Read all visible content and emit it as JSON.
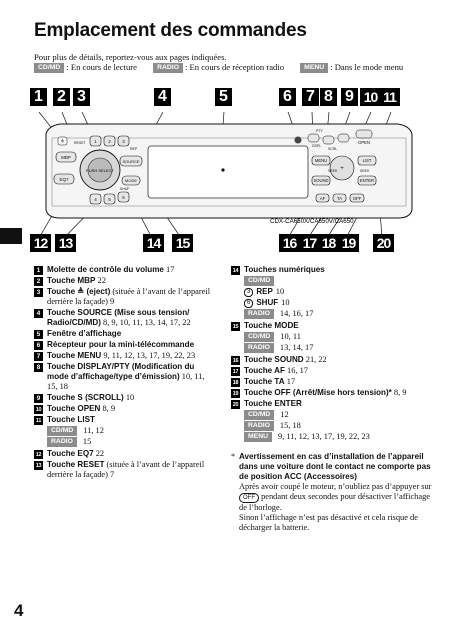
{
  "title": "Emplacement des commandes",
  "intro": "Pour plus de détails, reportez-vous aux pages indiquées.",
  "legend": [
    {
      "badge": "CD/MD",
      "text": ": En cours de lecture"
    },
    {
      "badge": "RADIO",
      "text": ": En cours de réception radio"
    },
    {
      "badge": "MENU",
      "text": ": Dans le mode menu"
    }
  ],
  "diagram": {
    "model_label": "CDX-CA650X/CA650V/CA650",
    "callouts_top": [
      "1",
      "2",
      "3",
      "4",
      "5",
      "6",
      "7",
      "8",
      "9",
      "10",
      "11"
    ],
    "callouts_bottom": [
      "12",
      "13",
      "14",
      "15",
      "16",
      "17",
      "18",
      "19",
      "20"
    ],
    "panel_labels": {
      "mbp": "MBP",
      "eq7": "EQ7",
      "source": "SOURCE",
      "mode": "MODE",
      "sound": "SOUND",
      "af": "AF",
      "ta": "TA",
      "off": "OFF",
      "open": "OPEN",
      "list": "LIST",
      "enter": "ENTER",
      "menu": "MENU",
      "sel": "SEEK",
      "pty": "PTY",
      "display": "DSPL",
      "scrl": "SCRL",
      "seek": "SEEK",
      "rep": "REP",
      "shuf": "SHUF",
      "reset": "RESET",
      "push": "PUSH SELECT",
      "keys": [
        "1",
        "2",
        "3",
        "4",
        "5",
        "6"
      ]
    }
  },
  "left_items": [
    {
      "n": "1",
      "bold": "Molette de contrôle du volume",
      "plain": " 17"
    },
    {
      "n": "2",
      "bold": "Touche MBP",
      "plain": " 22"
    },
    {
      "n": "3",
      "bold": "Touche ≜ (eject)",
      "plain": " (située à l’avant de l’appareil derrière la façade) 9"
    },
    {
      "n": "4",
      "bold": "Touche SOURCE (Mise sous tension/ Radio/CD/MD)",
      "plain": " 8, 9, 10, 11, 13, 14, 17, 22"
    },
    {
      "n": "5",
      "bold": "Fenêtre d’affichage",
      "plain": ""
    },
    {
      "n": "6",
      "bold": "Récepteur pour la mini-télécommande",
      "plain": ""
    },
    {
      "n": "7",
      "bold": "Touche MENU",
      "plain": " 9, 11, 12, 13, 17, 19, 22, 23"
    },
    {
      "n": "8",
      "bold": "Touche DISPLAY/PTY (Modification du mode d’affichage/type d’émission)",
      "plain": " 10, 11, 15, 18"
    },
    {
      "n": "9",
      "bold": "Touche S (SCROLL)",
      "plain": " 10"
    },
    {
      "n": "10",
      "bold": "Touche OPEN",
      "plain": " 8, 9"
    },
    {
      "n": "11",
      "bold": "Touche LIST",
      "plain": "",
      "subs": [
        {
          "badge": "CD/MD",
          "text": "11, 12"
        },
        {
          "badge": "RADIO",
          "text": "15"
        }
      ]
    },
    {
      "n": "12",
      "bold": "Touche EQ7",
      "plain": " 22"
    },
    {
      "n": "13",
      "bold": "Touche RESET",
      "plain": " (située à l’avant de l’appareil derrière la façade) 7"
    }
  ],
  "right_items": [
    {
      "n": "14",
      "bold": "Touches numériques",
      "subs": [
        {
          "badge": "CD/MD",
          "text": ""
        },
        {
          "circle": "3",
          "label": "REP",
          "text": "10"
        },
        {
          "circle": "6",
          "label": "SHUF",
          "text": "10"
        },
        {
          "badge": "RADIO",
          "text": "14, 16, 17"
        }
      ]
    },
    {
      "n": "15",
      "bold": "Touche MODE",
      "subs": [
        {
          "badge": "CD/MD",
          "text": "10, 11"
        },
        {
          "badge": "RADIO",
          "text": "13, 14, 17"
        }
      ]
    },
    {
      "n": "16",
      "bold": "Touche SOUND",
      "plain": " 21, 22"
    },
    {
      "n": "17",
      "bold": "Touche AF",
      "plain": " 16, 17"
    },
    {
      "n": "18",
      "bold": "Touche TA",
      "plain": " 17"
    },
    {
      "n": "19",
      "bold": "Touche OFF (Arrêt/Mise hors tension)*",
      "plain": " 8, 9"
    },
    {
      "n": "20",
      "bold": "Touche ENTER",
      "subs": [
        {
          "badge": "CD/MD",
          "text": "12"
        },
        {
          "badge": "RADIO",
          "text": "15, 18"
        },
        {
          "badge": "MENU",
          "text": "9, 11, 12, 13, 17, 19, 22, 23"
        }
      ]
    }
  ],
  "note": {
    "star": "*",
    "bold": "Avertissement en cas d’installation de l’appareil dans une voiture dont le contact ne comporte pas de position ACC (Accessoires)",
    "line1": "Après avoir coupé le moteur, n’oubliez pas d’appuyer sur",
    "off": "OFF",
    "line2": "pendant deux secondes pour désactiver l’affichage de l’horloge.",
    "line3": "Sinon l’affichage n’est pas désactivé et cela risque de décharger la batterie."
  },
  "page_number": "4"
}
